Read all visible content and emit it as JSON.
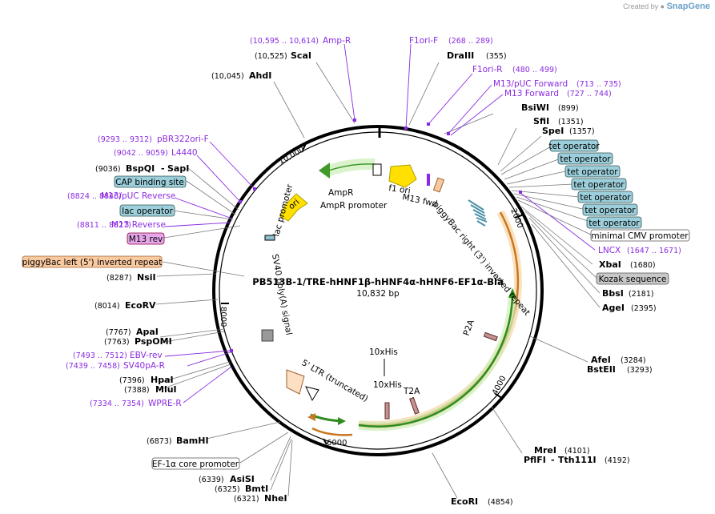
{
  "brand": {
    "created_by": "Created by",
    "name": "SnapGene"
  },
  "plasmid": {
    "name": "PB513B-1/TRE-hHNF1β-hHNF4α-hHNF6-EF1α-Bla",
    "length": "10,832 bp"
  },
  "ticks": [
    "10,000",
    "2000",
    "4000",
    "6000",
    "8000"
  ],
  "sites_right": [
    {
      "name": "DraIII",
      "pos": "(355)"
    },
    {
      "name": "BsiWI",
      "pos": "(899)"
    },
    {
      "name": "SfiI",
      "pos": "(1351)"
    },
    {
      "name": "SpeI",
      "pos": "(1357)"
    },
    {
      "name": "XbaI",
      "pos": "(1680)"
    },
    {
      "name": "BbsI",
      "pos": "(2181)"
    },
    {
      "name": "AgeI",
      "pos": "(2395)"
    },
    {
      "name": "AfeI",
      "pos": "(3284)"
    },
    {
      "name": "BstEII",
      "pos": "(3293)"
    },
    {
      "name": "MreI",
      "pos": "(4101)"
    },
    {
      "name": "PflFI",
      "pos": ""
    },
    {
      "name": "Tth111I",
      "pos": "(4192)"
    },
    {
      "name": "EcoRI",
      "pos": "(4854)"
    }
  ],
  "sites_left": [
    {
      "name": "ScaI",
      "pos": "(10,525)"
    },
    {
      "name": "AhdI",
      "pos": "(10,045)"
    },
    {
      "name": "BspQI",
      "pos": "(9036)"
    },
    {
      "name": "SapI",
      "pos": ""
    },
    {
      "name": "NsiI",
      "pos": "(8287)"
    },
    {
      "name": "EcoRV",
      "pos": "(8014)"
    },
    {
      "name": "ApaI",
      "pos": "(7767)"
    },
    {
      "name": "PspOMI",
      "pos": "(7763)"
    },
    {
      "name": "HpaI",
      "pos": "(7396)"
    },
    {
      "name": "MluI",
      "pos": "(7388)"
    },
    {
      "name": "BamHI",
      "pos": "(6873)"
    },
    {
      "name": "AsiSI",
      "pos": "(6339)"
    },
    {
      "name": "BmtI",
      "pos": "(6325)"
    },
    {
      "name": "NheI",
      "pos": "(6321)"
    }
  ],
  "primers": [
    {
      "name": "Amp-R",
      "pos": "(10,595 .. 10,614)"
    },
    {
      "name": "F1ori-F",
      "pos": "(268 .. 289)"
    },
    {
      "name": "F1ori-R",
      "pos": "(480 .. 499)"
    },
    {
      "name": "M13/pUC Forward",
      "pos": "(713 .. 735)"
    },
    {
      "name": "M13 Forward",
      "pos": "(727 .. 744)"
    },
    {
      "name": "pBR322ori-F",
      "pos": "(9293 .. 9312)"
    },
    {
      "name": "L4440",
      "pos": "(9042 .. 9059)"
    },
    {
      "name": "M13/pUC Reverse",
      "pos": "(8824 .. 8846)"
    },
    {
      "name": "M13 Reverse",
      "pos": "(8811 .. 8827)"
    },
    {
      "name": "EBV-rev",
      "pos": "(7493 .. 7512)"
    },
    {
      "name": "SV40pA-R",
      "pos": "(7439 .. 7458)"
    },
    {
      "name": "WPRE-R",
      "pos": "(7334 .. 7354)"
    },
    {
      "name": "LNCX",
      "pos": "(1647 .. 1671)"
    }
  ],
  "boxes": {
    "tet_operator": "tet operator",
    "min_cmv": "minimal CMV promoter",
    "kozak": "Kozak sequence",
    "cap": "CAP binding site",
    "lac_op": "lac operator",
    "m13rev": "M13 rev",
    "pb_left": "piggyBac left (5') inverted repeat",
    "ef1a": "EF-1α core promoter"
  },
  "features": {
    "f1ori": "f1 ori",
    "m13fwd": "M13 fwd",
    "pb_right": "piggyBac right (3') inverted repeat",
    "ampr": "AmpR",
    "ampr_prom": "AmpR promoter",
    "ori": "ori",
    "lac_prom": "lac promoter",
    "sv40": "SV40 poly(A) signal",
    "ltr": "5' LTR (truncated)",
    "his1": "10xHis",
    "his2": "10xHis",
    "t2a": "T2A",
    "p2a": "P2A"
  },
  "colors": {
    "primer": "#8a2be2",
    "backbone": "#000000",
    "operator": "#8fc0cc",
    "orf_green": "#2e8b1e",
    "orf_orange": "#e0a050",
    "ori_yellow": "#ffe000"
  }
}
